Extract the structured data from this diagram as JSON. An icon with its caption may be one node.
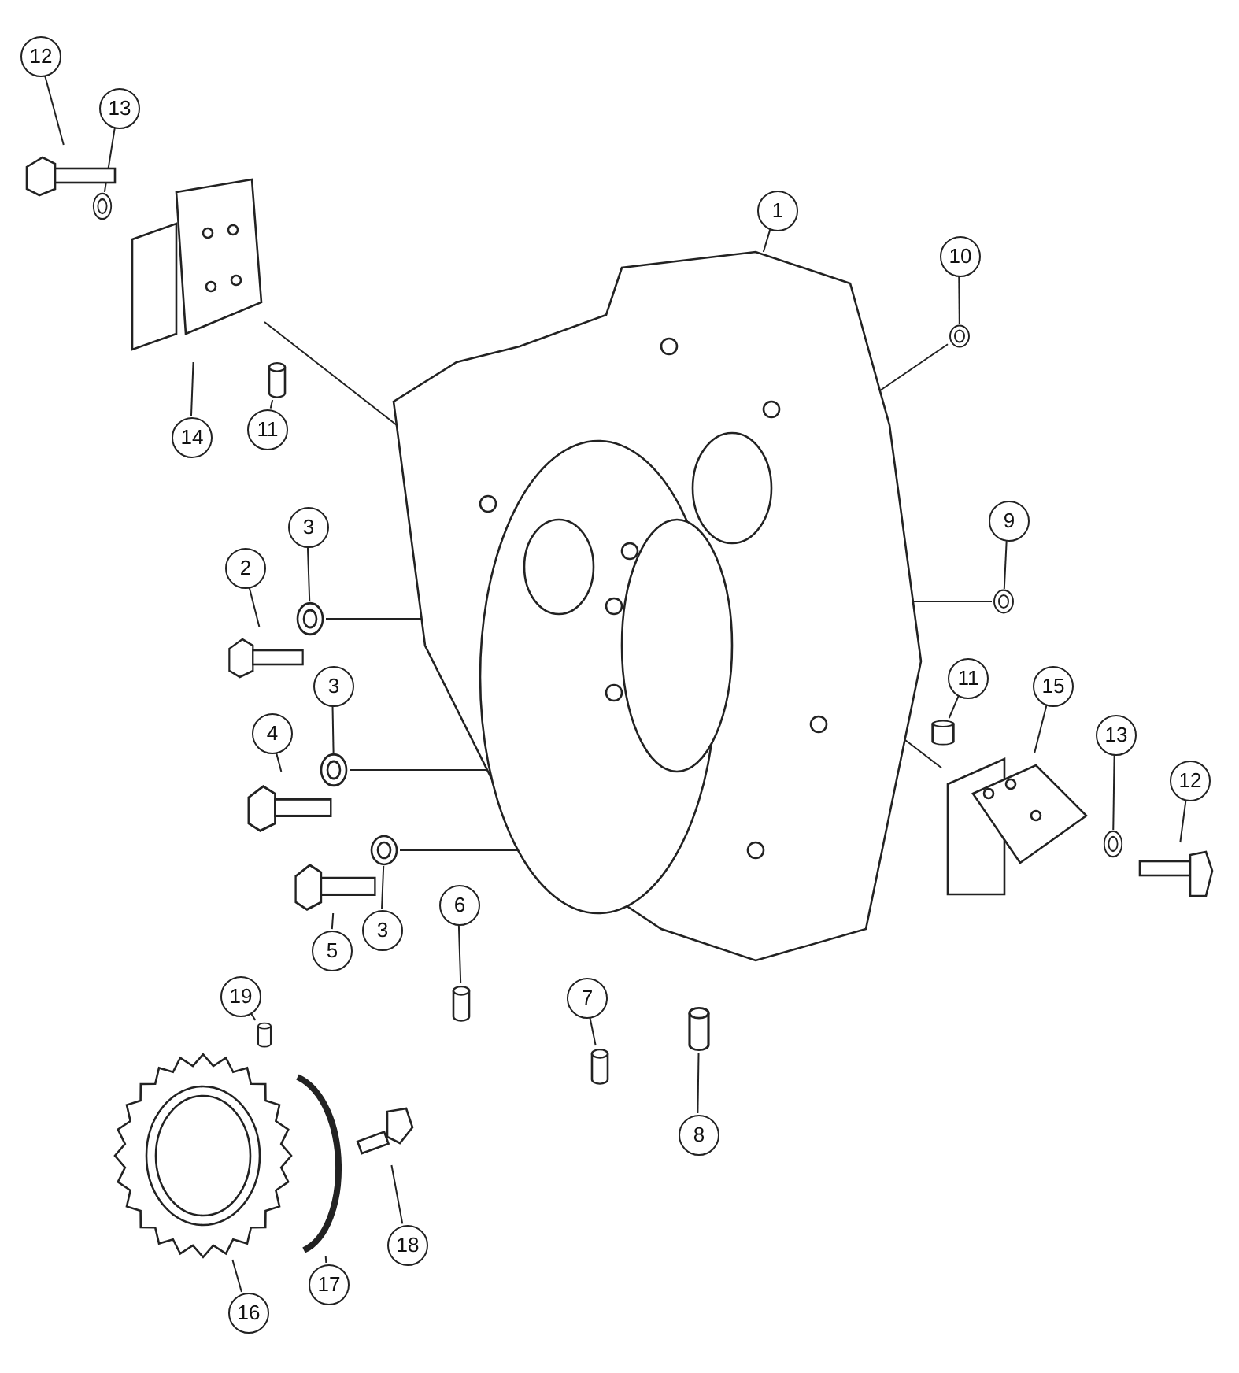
{
  "diagram": {
    "nodes": [
      {
        "text": [
          "12"
        ]
      },
      {
        "text": [
          "13"
        ]
      },
      {
        "text": [
          "1"
        ]
      },
      {
        "text": [
          "10"
        ]
      },
      {
        "text": [
          "14"
        ]
      },
      {
        "text": [
          "11"
        ]
      },
      {
        "text": [
          "3"
        ]
      },
      {
        "text": [
          "2"
        ]
      },
      {
        "text": [
          "9"
        ]
      },
      {
        "text": [
          "3"
        ]
      },
      {
        "text": [
          "11"
        ]
      },
      {
        "text": [
          "15"
        ]
      },
      {
        "text": [
          "4"
        ]
      },
      {
        "text": [
          "13"
        ]
      },
      {
        "text": [
          "12"
        ]
      },
      {
        "text": [
          "3"
        ]
      },
      {
        "text": [
          "6"
        ]
      },
      {
        "text": [
          "5"
        ]
      },
      {
        "text": [
          "7"
        ]
      },
      {
        "text": [
          "8"
        ]
      },
      {
        "text": [
          "19"
        ]
      },
      {
        "text": [
          "18"
        ]
      },
      {
        "text": [
          "17"
        ]
      },
      {
        "text": [
          "16"
        ]
      },
      {
        "text": [],
        "shape": "picture"
      },
      {
        "text": [],
        "shape": "picture"
      },
      {
        "text": [],
        "shape": "picture"
      },
      {
        "text": [],
        "shape": "picture"
      },
      {
        "text": [],
        "shape": "picture"
      },
      {
        "text": [],
        "shape": "cylinder"
      },
      {
        "text": [],
        "shape": "picture"
      },
      {
        "text": [],
        "shape": "picture"
      },
      {
        "text": [],
        "shape": "picture"
      },
      {
        "text": [],
        "shape": "picture"
      },
      {
        "text": [],
        "shape": "cylinder"
      },
      {
        "text": [],
        "shape": "picture"
      },
      {
        "text": [],
        "shape": "picture"
      },
      {
        "text": [],
        "shape": "picture"
      },
      {
        "text": [],
        "shape": "picture"
      },
      {
        "text": [],
        "shape": "picture"
      },
      {
        "text": [],
        "shape": "cylinder"
      },
      {
        "text": [],
        "shape": "picture"
      },
      {
        "text": [],
        "shape": "cylinder"
      },
      {
        "text": [],
        "shape": "cylinder"
      },
      {
        "text": [],
        "shape": "cylinder"
      },
      {
        "text": [],
        "shape": "picture"
      },
      {
        "text": [],
        "shape": "picture"
      },
      {
        "text": [],
        "shape": "picture"
      }
    ],
    "edges": [
      {
        "from": 0,
        "to": 24,
        "arrow": "none"
      },
      {
        "from": 1,
        "to": 25,
        "arrow": "none"
      },
      {
        "from": 2,
        "to": 26,
        "arrow": "none"
      },
      {
        "from": 3,
        "to": 27,
        "arrow": "none"
      },
      {
        "from": 4,
        "to": 28,
        "arrow": "none"
      },
      {
        "from": 5,
        "to": 29,
        "arrow": "none"
      },
      {
        "from": 6,
        "to": 30,
        "arrow": "none"
      },
      {
        "from": 7,
        "to": 31,
        "arrow": "none"
      },
      {
        "from": 8,
        "to": 32,
        "arrow": "none"
      },
      {
        "from": 9,
        "to": 33,
        "arrow": "none"
      },
      {
        "from": 10,
        "to": 34,
        "arrow": "none"
      },
      {
        "from": 11,
        "to": 35,
        "arrow": "none"
      },
      {
        "from": 12,
        "to": 36,
        "arrow": "none"
      },
      {
        "from": 13,
        "to": 37,
        "arrow": "none"
      },
      {
        "from": 14,
        "to": 38,
        "arrow": "none"
      },
      {
        "from": 15,
        "to": 39,
        "arrow": "none"
      },
      {
        "from": 16,
        "to": 40,
        "arrow": "none"
      },
      {
        "from": 17,
        "to": 41,
        "arrow": "none"
      },
      {
        "from": 18,
        "to": 42,
        "arrow": "none"
      },
      {
        "from": 19,
        "to": 43,
        "arrow": "none"
      },
      {
        "from": 20,
        "to": 44,
        "arrow": "none"
      },
      {
        "from": 21,
        "to": 45,
        "arrow": "none"
      },
      {
        "from": 22,
        "to": 46,
        "arrow": "none"
      },
      {
        "from": 23,
        "to": 47,
        "arrow": "none"
      },
      {
        "from": 28,
        "to": 26,
        "arrow": "none"
      },
      {
        "from": 27,
        "to": 26,
        "arrow": "none"
      },
      {
        "from": 32,
        "to": 26,
        "arrow": "none"
      },
      {
        "from": 35,
        "to": 26,
        "arrow": "none"
      },
      {
        "from": 30,
        "to": 26,
        "arrow": "none"
      },
      {
        "from": 33,
        "to": 26,
        "arrow": "none"
      },
      {
        "from": 39,
        "to": 26,
        "arrow": "none"
      }
    ]
  }
}
